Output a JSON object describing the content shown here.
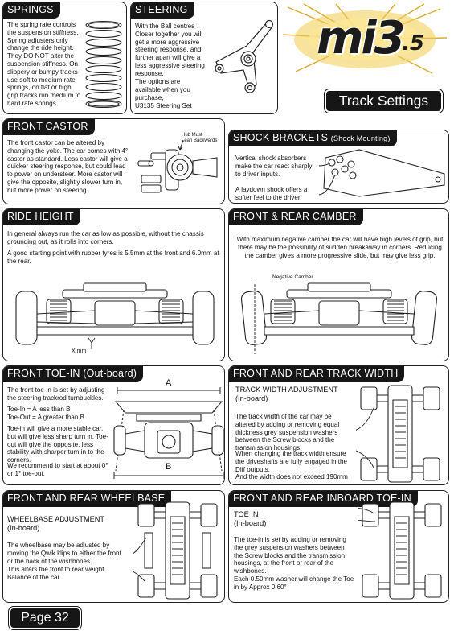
{
  "badges": {
    "track_settings": "Track Settings",
    "page": "Page 32"
  },
  "logo": {
    "main": "mi3",
    "suffix": ".5"
  },
  "springs": {
    "title": "SPRINGS",
    "body": "The spring rate controls the suspension stiffness. Spring adjusters only change the ride height. They DO NOT alter the suspension stiffness. On slippery or bumpy tracks use soft to medium rate springs, on flat or high grip tracks run medium to hard rate springs."
  },
  "steering": {
    "title": "STEERING",
    "body": "With the Ball centres Closer together you will get a more aggressive steering response, and further apart will give a less aggressive steering response.",
    "options_line1": "The options are available when you purchase,",
    "options_line2": "U3135 Steering Set"
  },
  "front_castor": {
    "title": "FRONT CASTOR",
    "body": "The front castor can be altered by changing the yoke. The car comes with 4° castor as standard. Less castor will give a quicker steering response, but could lead to power on understeer. More castor will give the opposite, slightly slower turn in, but more power on steering.",
    "callout_line1": "Hub Must",
    "callout_line2": "Lean Backwards"
  },
  "shock_brackets": {
    "title": "SHOCK BRACKETS",
    "title_note": "(Shock Mounting)",
    "vertical_text": "Vertical shock absorbers make the car react sharply to driver inputs.",
    "laydown_text": "A laydown shock offers a softer feel to the driver."
  },
  "ride_height": {
    "title": "RIDE HEIGHT",
    "para1": "In general always run the car as low as possible, without the chassis grounding out, as it rolls into corners.",
    "para2": "A good starting point with rubber tyres is 5.5mm at the front and 6.0mm at the rear.",
    "label": "X mm"
  },
  "camber": {
    "title": "FRONT & REAR CAMBER",
    "body": "With maximum negative camber the car will have high levels of grip, but there may be the possibility of sudden breakaway in corners. Reducing the camber gives a more progressive slide, but may give less grip.",
    "label": "Negative Camber"
  },
  "toe_in": {
    "title": "FRONT TOE-IN (Out-board)",
    "para1": "The front toe-in is set by adjusting the steering trackrod turnbuckles.",
    "line_a": "Toe-In = A less than B",
    "line_b": "Toe-Out = A greater than B",
    "para2": "Toe-in will give a more stable car, but will give less sharp turn in. Toe-out will give the opposite, less stability with sharper turn in to the corners.",
    "para3": "We recommend to start at about 0° or 1° toe-out.",
    "label_a": "A",
    "label_b": "B"
  },
  "track_width": {
    "title": "FRONT AND REAR TRACK WIDTH",
    "subtitle": "TRACK WIDTH ADJUSTMENT",
    "subnote": "(In-board)",
    "para1": "The track width of the car may be altered by adding or removing equal thickness grey suspension washers between the Screw blocks and the transmission housings.",
    "para2": "When changing the track width ensure the driveshafts are fully engaged in the Diff outputs.",
    "para3": "And the width does not exceed 190mm"
  },
  "wheelbase": {
    "title": "FRONT AND REAR WHEELBASE",
    "subtitle": "WHEELBASE ADJUSTMENT",
    "subnote": "(In-board)",
    "para1": "The wheelbase may be adjusted by moving the Qwik klips to either the front or the back of the wishbones.",
    "para2": "This alters the front to rear weight Balance of the car."
  },
  "inboard_toe": {
    "title": "FRONT AND REAR INBOARD TOE-IN",
    "subtitle": "TOE IN",
    "subnote": "(In-board)",
    "para1": "The toe-in is set by adding or removing the grey suspension washers between the Screw blocks and the transmission housings, at the front or rear of the wishbones.",
    "para2": "Each 0.50mm washer will change the Toe in by Approx 0.60°"
  }
}
